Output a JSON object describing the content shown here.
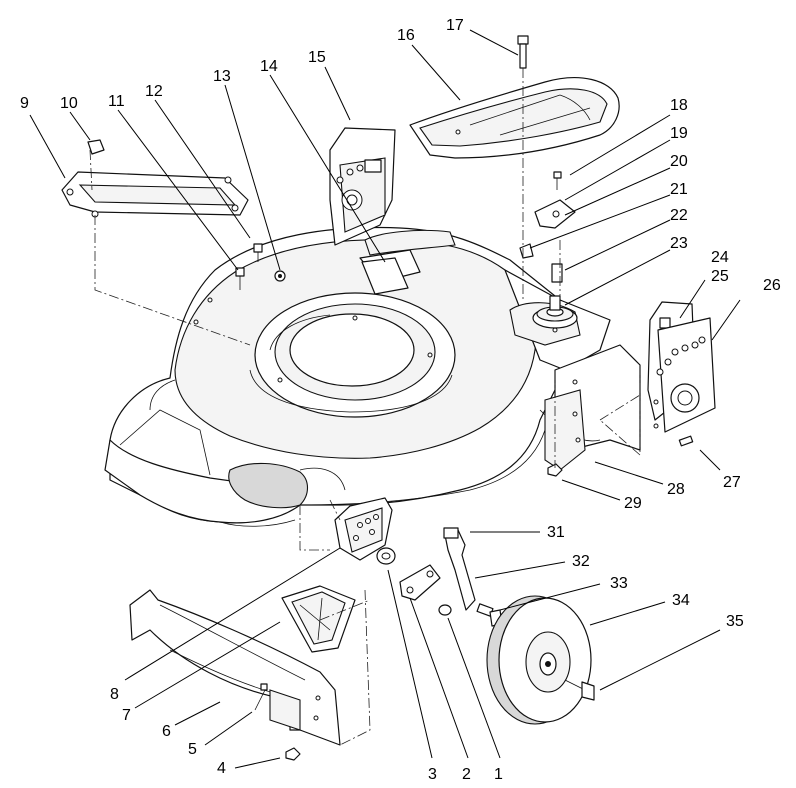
{
  "diagram": {
    "callouts": [
      "1",
      "2",
      "3",
      "4",
      "5",
      "6",
      "7",
      "8",
      "9",
      "10",
      "11",
      "12",
      "13",
      "14",
      "15",
      "16",
      "17",
      "18",
      "19",
      "20",
      "21",
      "22",
      "23",
      "24",
      "25",
      "26",
      "27",
      "28",
      "29",
      "31",
      "32",
      "33",
      "34",
      "35"
    ]
  }
}
